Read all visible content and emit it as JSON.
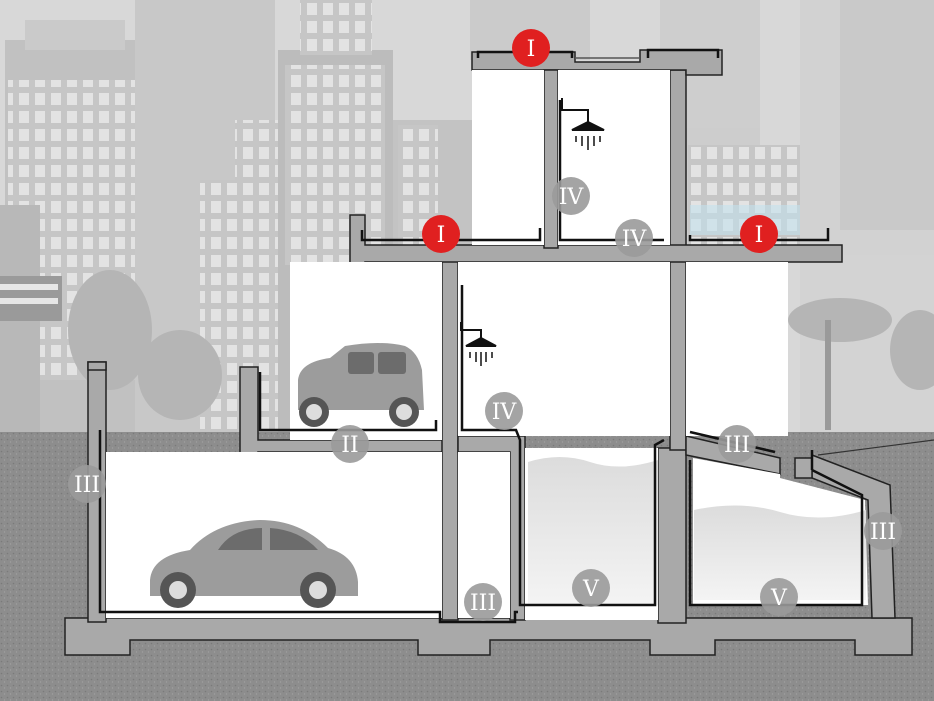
{
  "colors": {
    "sky": "#d8d8d8",
    "ground": "#8a8a8a",
    "wall": "#a9a9a9",
    "room": "#ffffff",
    "marker_red": "#e02020",
    "marker_grey": "#9a9a9a",
    "water_tint": "#e8e8e8",
    "roof_water": "#bfe3f2"
  },
  "markers": [
    {
      "label": "I",
      "kind": "red"
    },
    {
      "label": "I",
      "kind": "red"
    },
    {
      "label": "I",
      "kind": "red"
    },
    {
      "label": "II",
      "kind": "grey"
    },
    {
      "label": "III",
      "kind": "grey"
    },
    {
      "label": "III",
      "kind": "grey"
    },
    {
      "label": "III",
      "kind": "grey"
    },
    {
      "label": "III",
      "kind": "grey"
    },
    {
      "label": "IV",
      "kind": "grey"
    },
    {
      "label": "IV",
      "kind": "grey"
    },
    {
      "label": "IV",
      "kind": "grey"
    },
    {
      "label": "V",
      "kind": "grey"
    },
    {
      "label": "V",
      "kind": "grey"
    }
  ],
  "icons": [
    "shower-icon",
    "shower-icon",
    "car-icon",
    "car-icon",
    "tree-icon"
  ]
}
